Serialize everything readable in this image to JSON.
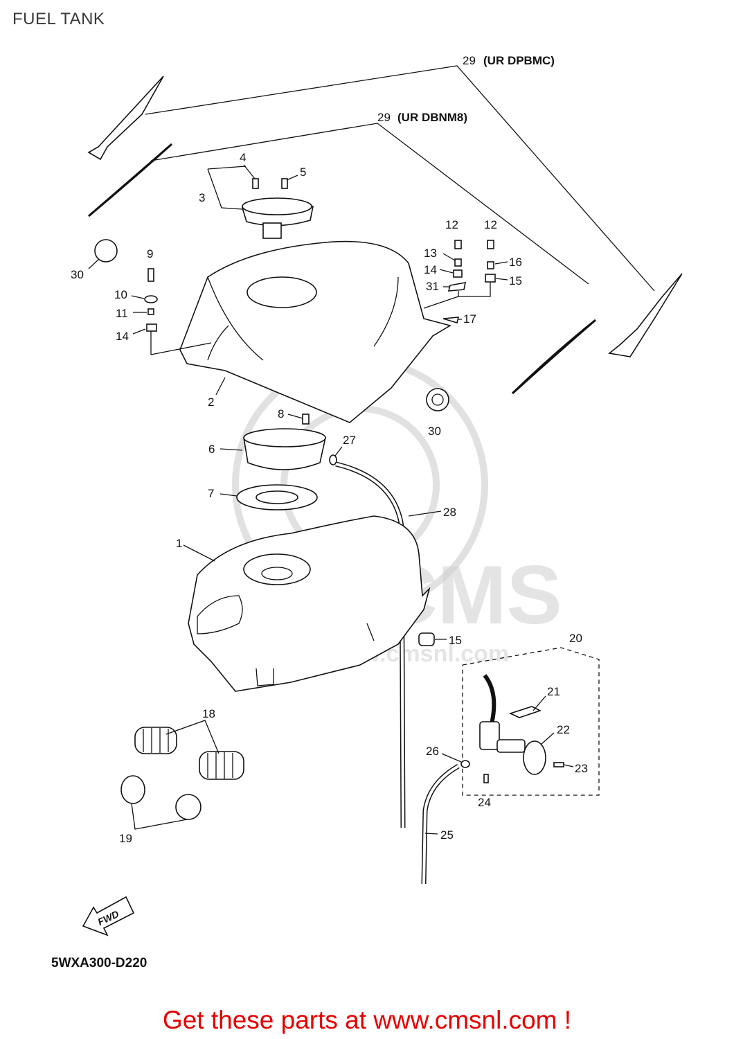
{
  "header": {
    "title": "FUEL TANK"
  },
  "decal_labels": {
    "a_num": "29",
    "a_code": "(UR DPBMC)",
    "b_num": "29",
    "b_code": "(UR DBNM8)"
  },
  "callouts": {
    "c1": "1",
    "c2": "2",
    "c3": "3",
    "c4": "4",
    "c5": "5",
    "c6": "6",
    "c7": "7",
    "c8": "8",
    "c9": "9",
    "c10": "10",
    "c11": "11",
    "c12a": "12",
    "c12b": "12",
    "c13": "13",
    "c14a": "14",
    "c14b": "14",
    "c15a": "15",
    "c15b": "15",
    "c16": "16",
    "c17": "17",
    "c18": "18",
    "c19": "19",
    "c20": "20",
    "c21": "21",
    "c22": "22",
    "c23": "23",
    "c24": "24",
    "c25": "25",
    "c26": "26",
    "c27": "27",
    "c28": "28",
    "c30a": "30",
    "c30b": "30",
    "c31": "31"
  },
  "fwd_arrow": {
    "label": "FWD"
  },
  "watermark": {
    "text": "www.cmsnl.com",
    "logo_text": "CMS"
  },
  "footer": {
    "ref_code": "5WXA300-D220",
    "promo_text": "Get these parts at www.cmsnl.com !",
    "promo_color": "#e60000"
  }
}
